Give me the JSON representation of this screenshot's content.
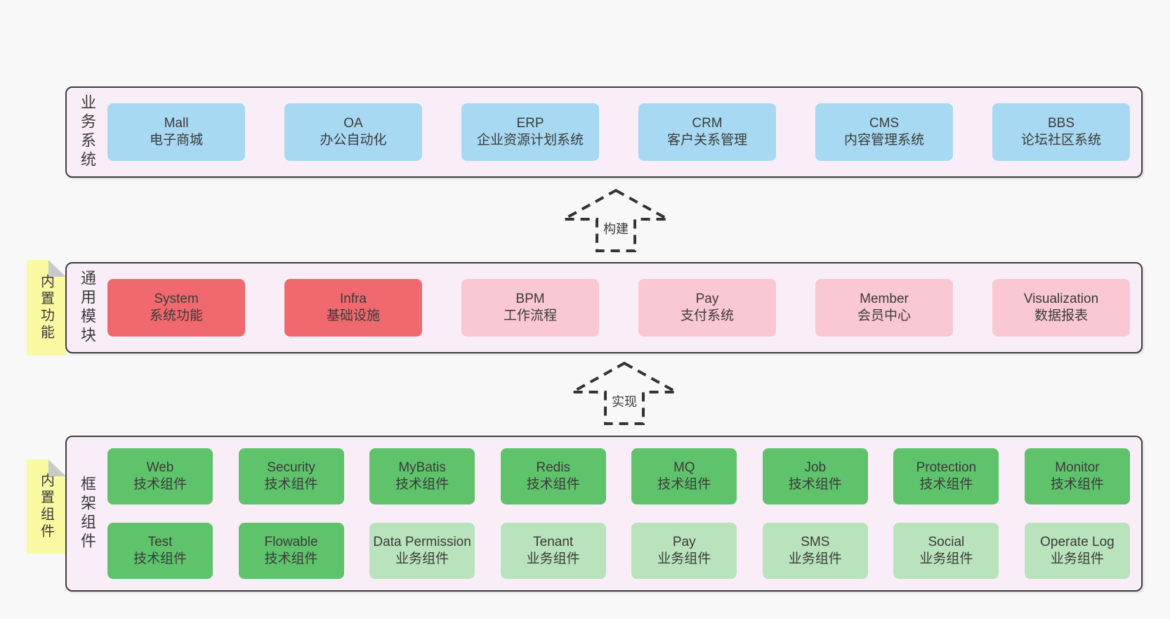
{
  "layers": [
    {
      "label": "业务系统",
      "rows": [
        [
          {
            "name": "Mall",
            "desc": "电子商城"
          },
          {
            "name": "OA",
            "desc": "办公自动化"
          },
          {
            "name": "ERP",
            "desc": "企业资源计划系统"
          },
          {
            "name": "CRM",
            "desc": "客户关系管理"
          },
          {
            "name": "CMS",
            "desc": "内容管理系统"
          },
          {
            "name": "BBS",
            "desc": "论坛社区系统"
          }
        ]
      ]
    },
    {
      "label": "通用模块",
      "tab": "内置功能",
      "rows": [
        [
          {
            "name": "System",
            "desc": "系统功能"
          },
          {
            "name": "Infra",
            "desc": "基础设施"
          },
          {
            "name": "BPM",
            "desc": "工作流程"
          },
          {
            "name": "Pay",
            "desc": "支付系统"
          },
          {
            "name": "Member",
            "desc": "会员中心"
          },
          {
            "name": "Visualization",
            "desc": "数据报表"
          }
        ]
      ]
    },
    {
      "label": "框架组件",
      "tab": "内置组件",
      "rows": [
        [
          {
            "name": "Web",
            "desc": "技术组件"
          },
          {
            "name": "Security",
            "desc": "技术组件"
          },
          {
            "name": "MyBatis",
            "desc": "技术组件"
          },
          {
            "name": "Redis",
            "desc": "技术组件"
          },
          {
            "name": "MQ",
            "desc": "技术组件"
          },
          {
            "name": "Job",
            "desc": "技术组件"
          },
          {
            "name": "Protection",
            "desc": "技术组件"
          },
          {
            "name": "Monitor",
            "desc": "技术组件"
          }
        ],
        [
          {
            "name": "Test",
            "desc": "技术组件"
          },
          {
            "name": "Flowable",
            "desc": "技术组件"
          },
          {
            "name": "Data Permission",
            "desc": "业务组件"
          },
          {
            "name": "Tenant",
            "desc": "业务组件"
          },
          {
            "name": "Pay",
            "desc": "业务组件"
          },
          {
            "name": "SMS",
            "desc": "业务组件"
          },
          {
            "name": "Social",
            "desc": "业务组件"
          },
          {
            "name": "Operate Log",
            "desc": "业务组件"
          }
        ]
      ]
    }
  ],
  "arrows": [
    {
      "label": "构建"
    },
    {
      "label": "实现"
    }
  ],
  "colors": {
    "page_bg": "#f8f8f8",
    "panel_bg": "#f9eef8",
    "panel_border": "#3e3e3e",
    "box_blue": "#a8d9f2",
    "box_red": "#ef696e",
    "box_pink": "#f9c8d2",
    "box_green": "#5fc36b",
    "box_light_green": "#b9e3bc",
    "tab_yellow": "#fafaa2",
    "fold_gray": "#c9c9c9",
    "text": "#3b3b3b"
  }
}
